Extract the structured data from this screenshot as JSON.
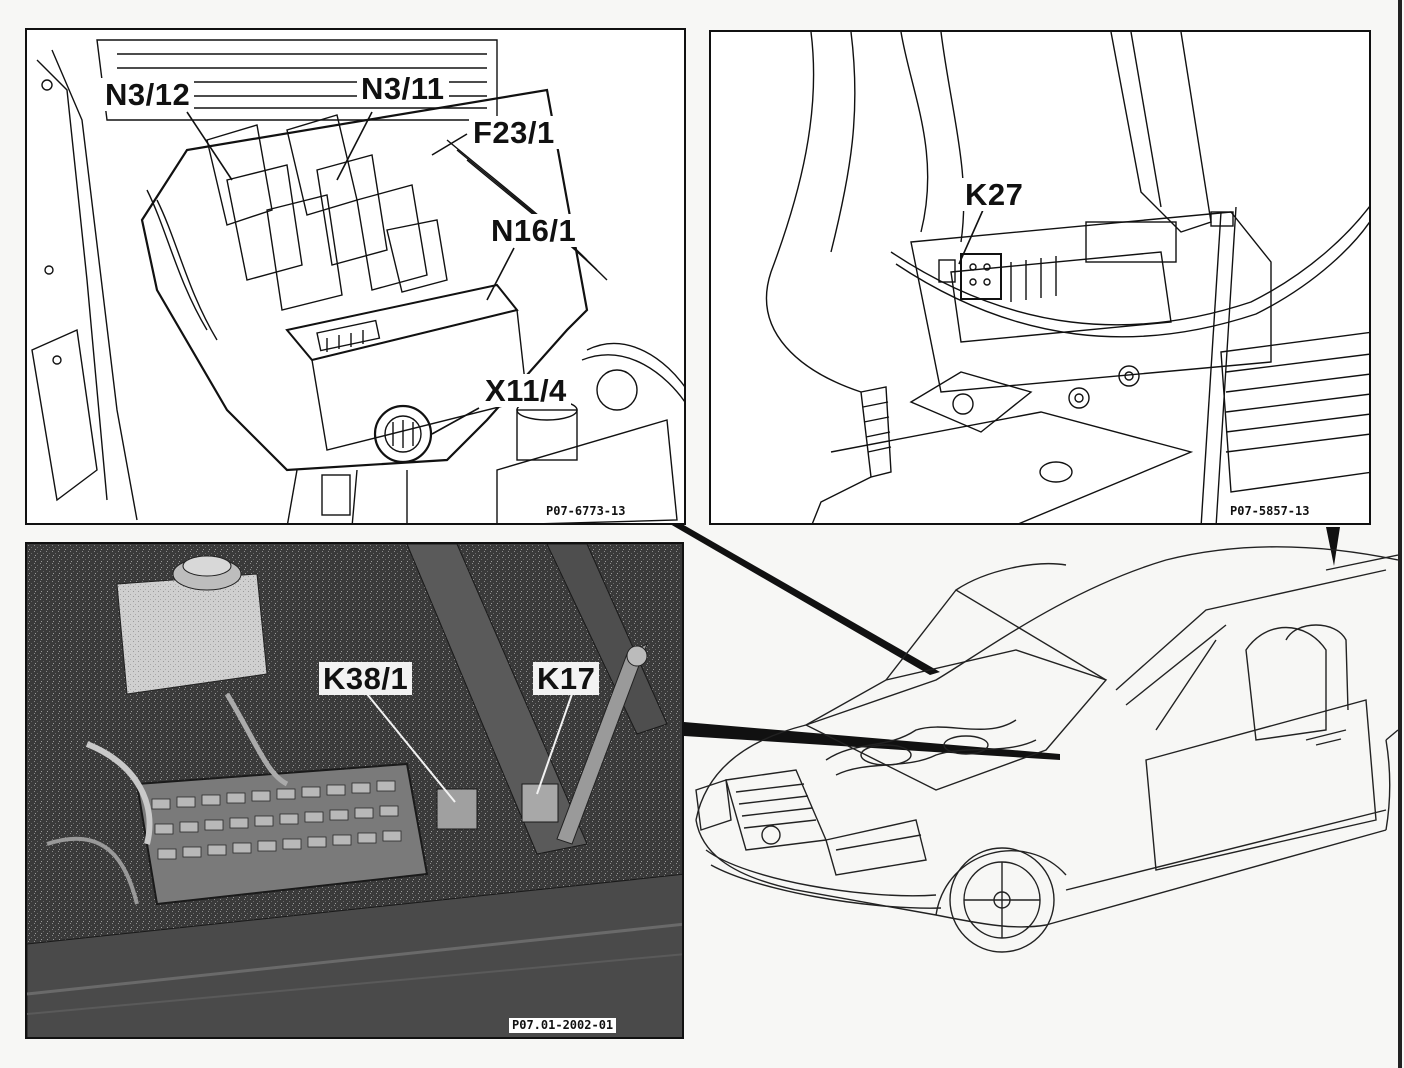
{
  "panels": {
    "engine_bay": {
      "labels": {
        "n3_12": "N3/12",
        "n3_11": "N3/11",
        "f23_1": "F23/1",
        "n16_1": "N16/1",
        "x11_4": "X11/4"
      },
      "figure_code": "P07-6773-13"
    },
    "interior": {
      "labels": {
        "k27": "K27"
      },
      "figure_code": "P07-5857-13"
    },
    "fuse_box_photo": {
      "labels": {
        "k38_1": "K38/1",
        "k17": "K17"
      },
      "figure_code": "P07.01-2002-01"
    }
  },
  "colors": {
    "ink": "#111111",
    "paper": "#ffffff",
    "photo_dark": "#3a3a3a"
  }
}
